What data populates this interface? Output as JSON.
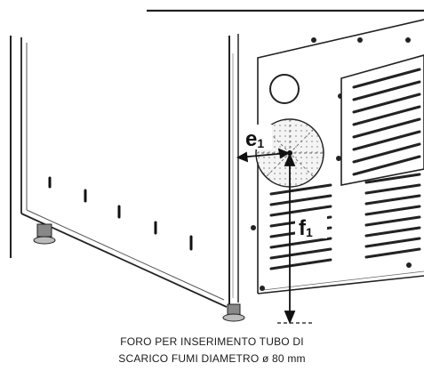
{
  "diagram": {
    "labels": {
      "horizontal_dimension": {
        "base": "e",
        "sub": "1"
      },
      "vertical_dimension": {
        "base": "f",
        "sub": "1"
      }
    },
    "caption": {
      "line_1": "FORO PER INSERIMENTO TUBO DI",
      "line_2": "SCARICO FUMI DIAMETRO ø 80 mm"
    }
  }
}
